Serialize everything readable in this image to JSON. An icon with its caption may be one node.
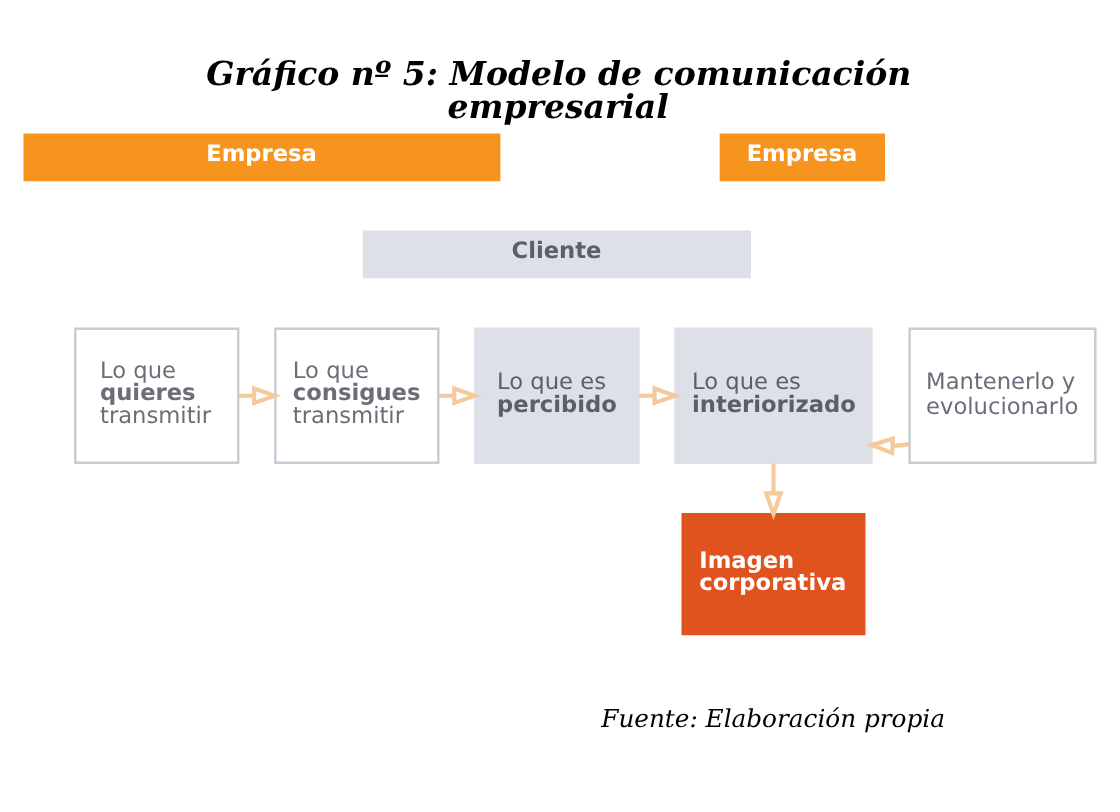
{
  "diagram": {
    "title": "Gráfico nº 5: Modelo de comunicación empresarial",
    "caption": "Fuente: Elaboración propia",
    "nodes": [
      {
        "text": [
          "Empresa"
        ]
      },
      {
        "text": [
          "Empresa"
        ]
      },
      {
        "text": [
          "Cliente"
        ]
      },
      {
        "text": [
          "Lo que **quieres** transmitir"
        ]
      },
      {
        "text": [
          "Lo que **consigues** transmitir"
        ]
      },
      {
        "text": [
          "Lo que es **percibido**"
        ]
      },
      {
        "text": [
          "Lo que es **interiorizado**"
        ]
      },
      {
        "text": [
          "Mantenerlo y evolucionarlo"
        ]
      },
      {
        "text": [
          "Imagen corporativa"
        ]
      }
    ],
    "edges": [
      {
        "from": 3,
        "to": 4,
        "arrow": "to"
      },
      {
        "from": 4,
        "to": 5,
        "arrow": "to"
      },
      {
        "from": 5,
        "to": 6,
        "arrow": "to"
      },
      {
        "from": 7,
        "to": 6,
        "arrow": "to"
      },
      {
        "from": 6,
        "to": 8,
        "arrow": "to"
      }
    ]
  }
}
